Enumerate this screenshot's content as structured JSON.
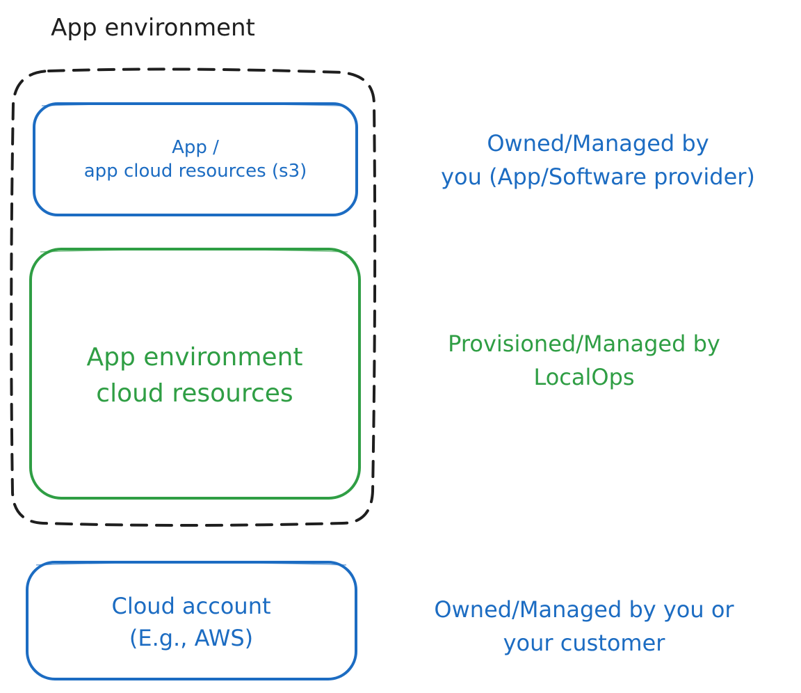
{
  "diagram": {
    "env_title": "App environment",
    "boxes": {
      "app": {
        "line1": "App /",
        "line2": "app cloud resources (s3)"
      },
      "env_resources": {
        "line1": "App environment",
        "line2": "cloud resources"
      },
      "cloud_account": {
        "line1": "Cloud account",
        "line2": "(E.g., AWS)"
      }
    },
    "annotations": {
      "owned_app": {
        "line1": "Owned/Managed by",
        "line2": "you (App/Software provider)"
      },
      "provisioned": {
        "line1": "Provisioned/Managed by",
        "line2": "LocalOps"
      },
      "owned_cloud": {
        "line1": "Owned/Managed by you or",
        "line2": "your customer"
      }
    },
    "colors": {
      "blue": "#1c6cc2",
      "green": "#2f9e44",
      "outline": "#1e1e1e"
    }
  }
}
